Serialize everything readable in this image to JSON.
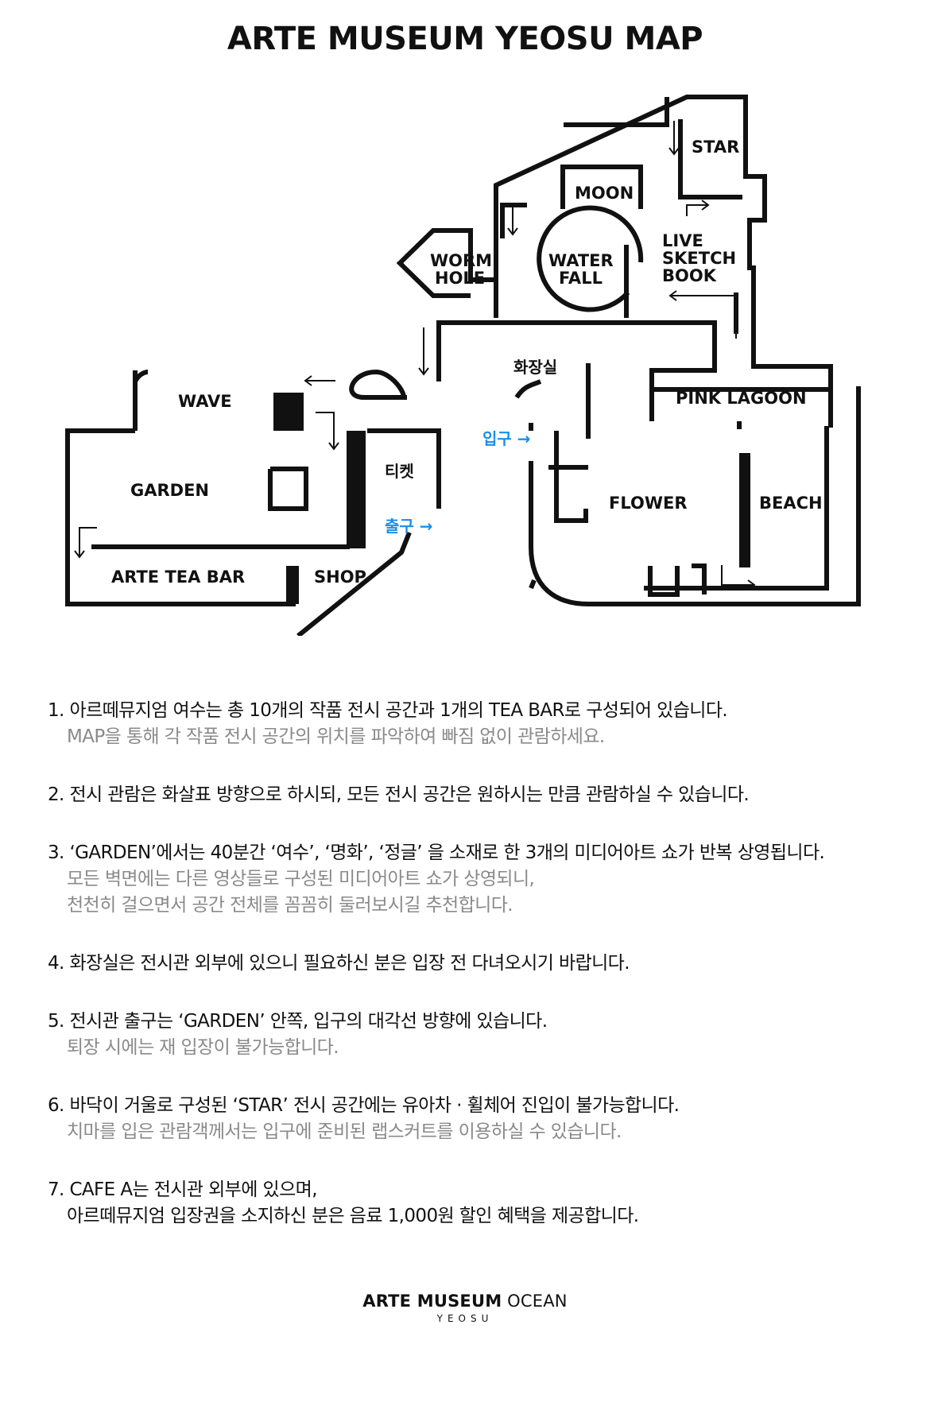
{
  "title": "ARTE MUSEUM YEOSU MAP",
  "map": {
    "rooms": {
      "star": "STAR",
      "moon": "MOON",
      "worm_hole_1": "WORM",
      "worm_hole_2": "HOLE",
      "water_fall_1": "WATER",
      "water_fall_2": "FALL",
      "live_1": "LIVE",
      "live_2": "SKETCH",
      "live_3": "BOOK",
      "restroom": "화장실",
      "pink_lagoon": "PINK LAGOON",
      "wave": "WAVE",
      "ticket": "티켓",
      "garden": "GARDEN",
      "entrance": "입구 →",
      "exit": "출구 →",
      "flower": "FLOWER",
      "beach": "BEACH",
      "tea_bar": "ARTE TEA BAR",
      "shop": "SHOP"
    },
    "accent_color": "#1a8fe6"
  },
  "notes": [
    {
      "main": "1. 아르떼뮤지엄 여수는 총 10개의 작품 전시 공간과 1개의 TEA BAR로 구성되어 있습니다.",
      "sub": [
        "MAP을 통해 각 작품 전시 공간의 위치를 파악하여 빠짐 없이 관람하세요."
      ]
    },
    {
      "main": "2. 전시 관람은 화살표 방향으로 하시되, 모든 전시 공간은 원하시는 만큼 관람하실 수 있습니다.",
      "sub": []
    },
    {
      "main": "3. ‘GARDEN’에서는 40분간 ‘여수’, ‘명화’, ‘정글’ 을 소재로 한 3개의 미디어아트 쇼가 반복 상영됩니다.",
      "sub": [
        "모든 벽면에는 다른 영상들로 구성된 미디어아트 쇼가 상영되니,",
        "천천히 걸으면서 공간 전체를 꼼꼼히 둘러보시길 추천합니다."
      ]
    },
    {
      "main": "4. 화장실은 전시관 외부에 있으니 필요하신 분은 입장 전 다녀오시기 바랍니다.",
      "sub": []
    },
    {
      "main": "5. 전시관 출구는 ‘GARDEN’ 안쪽, 입구의 대각선 방향에 있습니다.",
      "sub": [
        "퇴장 시에는 재 입장이 불가능합니다."
      ]
    },
    {
      "main": "6. 바닥이 거울로 구성된 ‘STAR’ 전시 공간에는 유아차 · 휠체어 진입이 불가능합니다.",
      "sub": [
        "치마를 입은 관람객께서는 입구에 준비된 랩스커트를 이용하실 수 있습니다."
      ]
    },
    {
      "main": "7. CAFE A는 전시관 외부에 있으며,",
      "cont": "아르떼뮤지엄 입장권을 소지하신 분은 음료 1,000원 할인 혜택을 제공합니다."
    }
  ],
  "footer": {
    "brand_bold": "ARTE MUSEUM",
    "brand_light": " OCEAN",
    "city": "YEOSU"
  }
}
